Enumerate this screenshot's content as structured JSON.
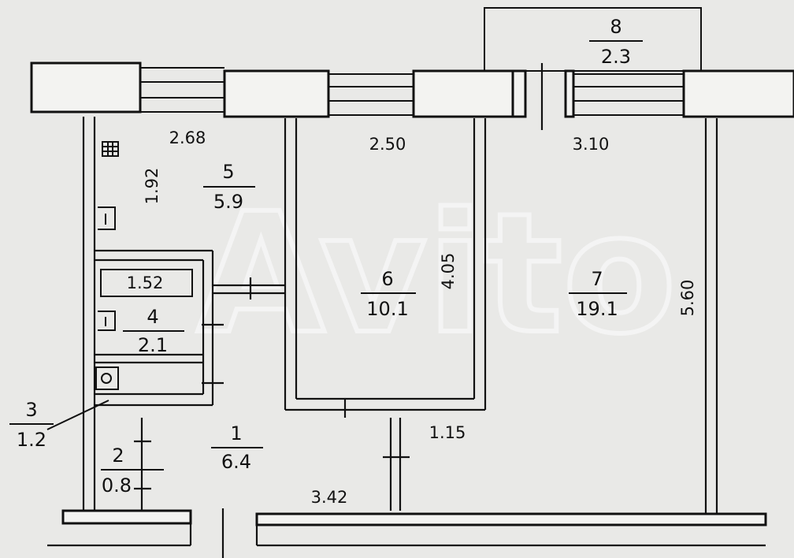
{
  "watermark": "Avito",
  "rooms": [
    {
      "id": "1",
      "number": "1",
      "area": "6.4"
    },
    {
      "id": "2",
      "number": "2",
      "area": "0.8"
    },
    {
      "id": "3",
      "number": "3",
      "area": "1.2"
    },
    {
      "id": "4",
      "number": "4",
      "area": "2.1"
    },
    {
      "id": "5",
      "number": "5",
      "area": "5.9"
    },
    {
      "id": "6",
      "number": "6",
      "area": "10.1"
    },
    {
      "id": "7",
      "number": "7",
      "area": "19.1"
    },
    {
      "id": "8",
      "number": "8",
      "area": "2.3"
    }
  ],
  "dimensions": {
    "room5_width": "2.68",
    "room5_height": "1.92",
    "room6_width": "2.50",
    "room6_height": "4.05",
    "room7_width": "3.10",
    "room7_height": "5.60",
    "bath_length": "1.52",
    "hall_width": "3.42",
    "corridor_width": "1.15"
  },
  "colors": {
    "background": "#e9e9e7",
    "ink": "#111111",
    "wall_fill": "#f3f3f1"
  }
}
